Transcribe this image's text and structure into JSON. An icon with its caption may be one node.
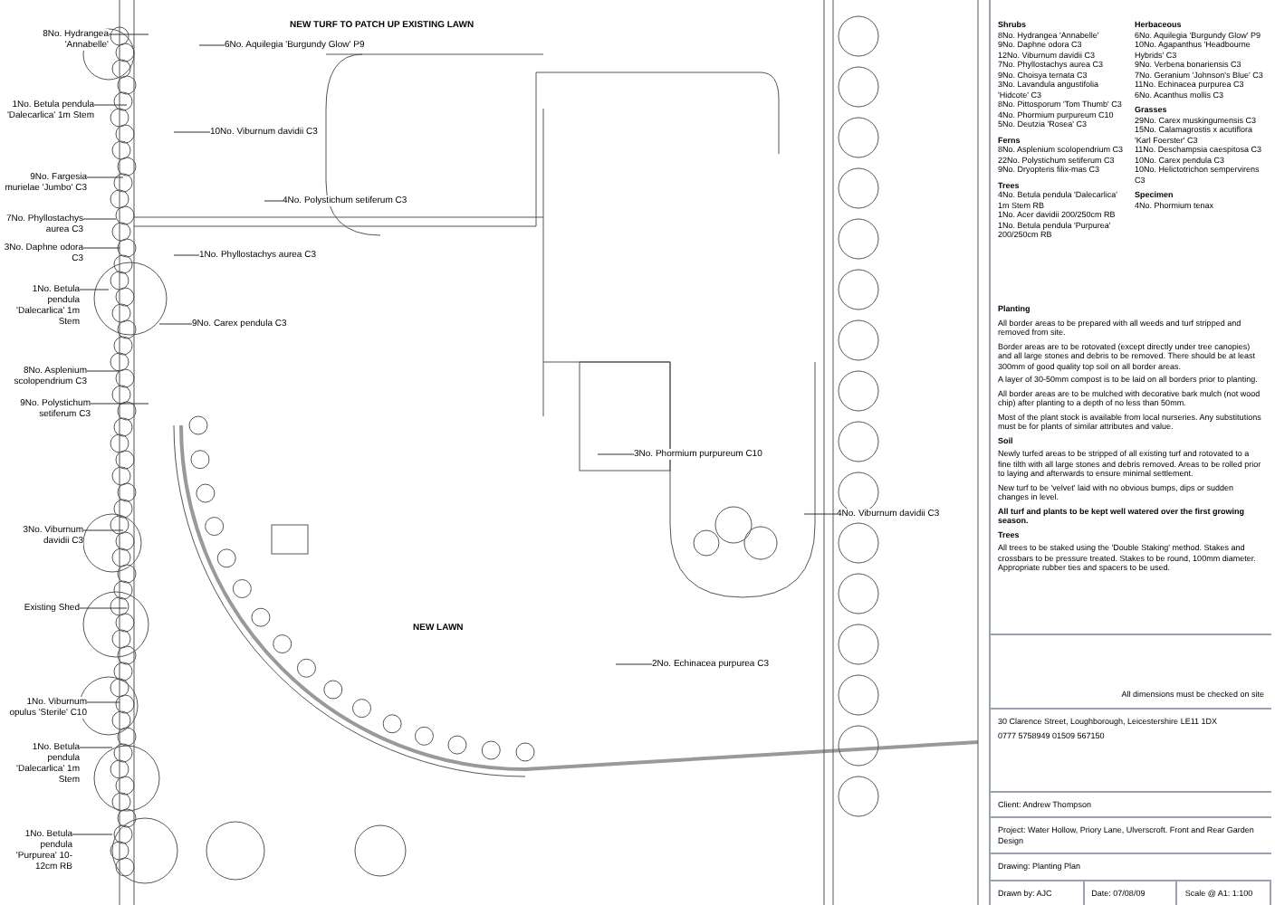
{
  "diagram": {
    "nodes": [
      {
        "text": [
          "8No. Hydrangea 'Annabelle'"
        ]
      },
      {
        "text": [
          "1No. Betula pendula 'Dalecarlica' 1m Stem"
        ]
      },
      {
        "text": [
          "9No. Fargesia murielae 'Jumbo' C3"
        ]
      },
      {
        "text": [
          "7No. Phyllostachys aurea C3"
        ]
      },
      {
        "text": [
          "3No. Daphne odora C3"
        ]
      },
      {
        "text": [
          "1No. Betula pendula 'Dalecarlica' 1m Stem"
        ]
      },
      {
        "text": [
          "8No. Asplenium scolopendrium C3"
        ]
      },
      {
        "text": [
          "9No. Polystichum setiferum C3"
        ]
      },
      {
        "text": [
          "3No. Viburnum davidii C3"
        ]
      },
      {
        "text": [
          "Existing Shed"
        ]
      },
      {
        "text": [
          "1No. Viburnum opulus 'Sterile' C10"
        ]
      },
      {
        "text": [
          "1No. Betula pendula 'Dalecarlica' 1m Stem"
        ]
      },
      {
        "text": [
          "1No. Betula pendula 'Purpurea' 10-12cm RB"
        ]
      },
      {
        "text": [
          "6No. Aquilegia 'Burgundy Glow' P9"
        ]
      },
      {
        "text": [
          "10No. Viburnum davidii C3"
        ]
      },
      {
        "text": [
          "4No. Polystichum setiferum C3"
        ]
      },
      {
        "text": [
          "1No. Phyllostachys aurea C3"
        ]
      },
      {
        "text": [
          "9No. Carex pendula C3"
        ]
      },
      {
        "text": [
          "3No. Phormium purpureum C10"
        ]
      },
      {
        "text": [
          "4No. Viburnum davidii C3"
        ]
      },
      {
        "text": [
          "2No. Echinacea purpurea C3"
        ]
      }
    ],
    "edges": [
      {
        "from": 0,
        "to": null,
        "arrow": "none"
      },
      {
        "from": 1,
        "to": null,
        "arrow": "none"
      },
      {
        "from": 2,
        "to": null,
        "arrow": "none"
      },
      {
        "from": 3,
        "to": null,
        "arrow": "none"
      },
      {
        "from": 4,
        "to": null,
        "arrow": "none"
      },
      {
        "from": 5,
        "to": null,
        "arrow": "none"
      },
      {
        "from": 6,
        "to": null,
        "arrow": "none"
      },
      {
        "from": 7,
        "to": null,
        "arrow": "none"
      },
      {
        "from": 8,
        "to": null,
        "arrow": "none"
      },
      {
        "from": 9,
        "to": null,
        "arrow": "none"
      },
      {
        "from": 10,
        "to": null,
        "arrow": "none"
      },
      {
        "from": 11,
        "to": null,
        "arrow": "none"
      },
      {
        "from": 12,
        "to": null,
        "arrow": "none"
      },
      {
        "from": 13,
        "to": null,
        "arrow": "none"
      },
      {
        "from": 14,
        "to": null,
        "arrow": "none"
      },
      {
        "from": 15,
        "to": null,
        "arrow": "none"
      },
      {
        "from": 16,
        "to": null,
        "arrow": "none"
      },
      {
        "from": 17,
        "to": null,
        "arrow": "none"
      },
      {
        "from": 18,
        "to": null,
        "arrow": "none"
      },
      {
        "from": 19,
        "to": null,
        "arrow": "none"
      },
      {
        "from": 20,
        "to": null,
        "arrow": "none"
      }
    ],
    "labels": [
      "Shrubs",
      "8No. Hydrangea 'Annabelle'",
      "9No. Daphne odora C3",
      "12No. Viburnum davidii C3",
      "7No. Phyllostachys aurea C3",
      "9No. Choisya ternata C3",
      "3No. Lavandula angustifolia 'Hidcote' C3",
      "8No. Pittosporum 'Tom Thumb' C3",
      "4No. Phormium purpureum C10",
      "5No. Deutzia 'Rosea' C3",
      "Ferns",
      "8No. Asplenium scolopendrium C3",
      "22No. Polystichum setiferum C3",
      "9No. Dryopteris filix-mas C3",
      "Trees",
      "4No. Betula pendula 'Dalecarlica' 1m Stem RB",
      "1No. Acer davidii 200/250cm RB",
      "1No. Betula pendula 'Purpurea' 200/250cm RB",
      "Herbaceous",
      "6No. Aquilegia 'Burgundy Glow' P9",
      "10No. Agapanthus 'Headbourne Hybrids' C3",
      "9No. Verbena bonariensis C3",
      "7No. Geranium 'Johnson's Blue' C3",
      "11No. Echinacea purpurea C3",
      "6No. Acanthus mollis C3",
      "Grasses",
      "29No. Carex muskingumensis C3",
      "15No. Calamagrostis x acutiflora 'Karl Foerster' C3",
      "11No. Deschampsia caespitosa C3",
      "10No. Carex pendula C3",
      "10No. Helictotrichon sempervirens C3",
      "Specimen",
      "4No. Phormium tenax",
      "Planting",
      "All border areas to be prepared with all weeds and turf stripped and removed from site.",
      "Border areas are to be rotovated (except directly under tree canopies) and all large stones and debris to be removed. There should be at least 300mm of good quality top soil on all border areas.",
      "A layer of 30-50mm compost is to be laid on all borders prior to planting.",
      "All border areas are to be mulched with decorative bark mulch (not wood chip) after planting to a depth of no less than 50mm.",
      "Most of the plant stock is available from local nurseries. Any substitutions must be for plants of similar attributes and value.",
      "Soil",
      "Newly turfed areas to be stripped of all existing turf and rotovated to a fine tilth with all large stones and debris removed. Areas to be rolled prior to laying and afterwards to ensure minimal settlement.",
      "New turf to be 'velvet' laid with no obvious bumps, dips or sudden changes in level.",
      "All turf and plants to be kept well watered over the first growing season.",
      "Trees",
      "All trees to be staked using the 'Double Staking' method. Stakes and crossbars to be pressure treated. Stakes to be round, 100mm diameter. Appropriate rubber ties and spacers to be used.",
      "All dimensions must be checked on site",
      "30 Clarence Street, Loughborough, Leicestershire LE11 1DX",
      "0777 5758949 01509 567150",
      "Client: Andrew Thompson",
      "Project: Water Hollow, Priory Lane, Ulverscroft. Front and Rear Garden Design",
      "Drawing: Planting Plan",
      "Drawn by: AJC",
      "Date: 07/08/09",
      "Scale @ A1: 1:100",
      "NEW TURF TO PATCH UP EXISTING LAWN",
      "NEW LAWN"
    ]
  }
}
